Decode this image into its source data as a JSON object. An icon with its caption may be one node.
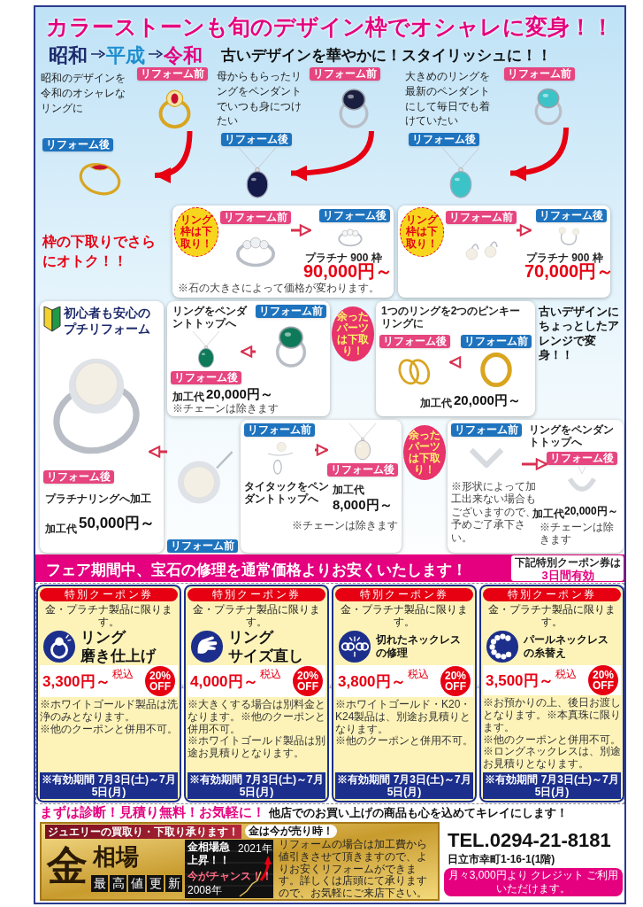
{
  "diagram": {
    "title": "カラーストーンも旬のデザイン枠でオシャレに変身！！",
    "nodes": [
      {
        "text": [
          "リフォーム前"
        ]
      },
      {
        "text": [
          "リフォーム後"
        ]
      },
      {
        "text": [
          "リフォーム前"
        ]
      },
      {
        "text": [
          "リフォーム後"
        ]
      },
      {
        "text": [
          "リフォーム前"
        ]
      },
      {
        "text": [
          "リフォーム後"
        ]
      },
      {
        "text": [
          "プラチナ 900 枠",
          "90,000円～",
          "※石の大きさによって価格が変わります。"
        ]
      },
      {
        "text": [
          "リング枠は下取り！"
        ],
        "in": 6
      },
      {
        "text": [
          "リフォーム前"
        ],
        "in": 6
      },
      {
        "text": [
          "リフォーム後"
        ],
        "in": 6
      },
      {
        "text": [
          "プラチナ 900 枠",
          "70,000円～"
        ]
      },
      {
        "text": [
          "リング枠は下取り！"
        ],
        "in": 10
      },
      {
        "text": [
          "リフォーム前"
        ],
        "in": 10
      },
      {
        "text": [
          "リフォーム後"
        ],
        "in": 10
      },
      {
        "text": [
          "初心者も安心のプチリフォーム",
          "プラチナリングへ加工",
          "加工代",
          "50,000円～"
        ]
      },
      {
        "text": [
          "リフォーム後"
        ],
        "in": 14
      },
      {
        "text": [
          "リフォーム前"
        ]
      },
      {
        "text": [
          "リングをペンダントトップへ",
          "加工代",
          "20,000円～",
          "※チェーンは除きます"
        ]
      },
      {
        "text": [
          "リフォーム前"
        ],
        "in": 17
      },
      {
        "text": [
          "リフォーム後"
        ],
        "in": 17
      },
      {
        "text": [
          "余ったパーツは下取り！"
        ]
      },
      {
        "text": [
          "1つのリングを2つのピンキーリングに",
          "加工代",
          "20,000円～"
        ]
      },
      {
        "text": [
          "リフォーム後"
        ],
        "in": 21
      },
      {
        "text": [
          "リフォーム前"
        ],
        "in": 21
      },
      {
        "text": [
          "タイタックをペンダントトップへ",
          "加工代",
          "8,000円～",
          "※チェーンは除きます"
        ]
      },
      {
        "text": [
          "リフォーム前"
        ],
        "in": 24
      },
      {
        "text": [
          "リフォーム後"
        ],
        "in": 24
      },
      {
        "text": [
          "余ったパーツは下取り！"
        ]
      },
      {
        "text": [
          "リングをペンダントトップへ",
          "※形状によって加工出来ない場合もございますので、予めご了承下さい。",
          "加工代",
          "20,000円～",
          "※チェーンは除きます"
        ]
      },
      {
        "text": [
          "リフォーム前"
        ],
        "in": 28
      },
      {
        "text": [
          "リフォーム後"
        ],
        "in": 28
      },
      {
        "text": [
          "特別クーポン券",
          "金・プラチナ製品に限ります。",
          "リング",
          "磨き仕上げ",
          "3,300円～",
          "税込",
          "20% OFF",
          "※ホワイトゴールド製品は洗浄のみとなります。",
          "※他のクーポンと併用不可。",
          "※有効期間 7月3日(土)～7月5日(月)"
        ]
      },
      {
        "text": [
          "特別クーポン券",
          "金・プラチナ製品に限ります。",
          "リング",
          "サイズ直し",
          "4,000円～",
          "税込",
          "20% OFF",
          "※大きくする場合は別料金となります。※他のクーポンと併用不可。",
          "※ホワイトゴールド製品は別途お見積りとなります。",
          "※有効期間 7月3日(土)～7月5日(月)"
        ]
      },
      {
        "text": [
          "特別クーポン券",
          "金・プラチナ製品に限ります。",
          "切れたネックレス",
          "の修理",
          "3,800円～",
          "税込",
          "20% OFF",
          "※ホワイトゴールド・K20・K24製品は、別途お見積りとなります。",
          "※他のクーポンと併用不可。",
          "※有効期間 7月3日(土)～7月5日(月)"
        ]
      },
      {
        "text": [
          "特別クーポン券",
          "金・プラチナ製品に限ります。",
          "パールネックレス",
          "の糸替え",
          "3,500円～",
          "税込",
          "20% OFF",
          "※お預かりの上、後日お渡しとなります。※本真珠に限ります。",
          "※他のクーポンと併用不可。",
          "※ロングネックレスは、別途お見積りとなります。",
          "※有効期間 7月3日(土)～7月5日(月)"
        ]
      },
      {
        "text": [
          "ジュエリーの買取り・下取り承ります！",
          "金は今が売り時！",
          "金",
          "相場",
          "最高値更新",
          "金相場急上昇！！",
          "2021年",
          "今がチャンス！！",
          "2008年",
          "リフォームの場合は加工費から値引きさせて頂きますので、よりお安くリフォームができます。詳しくは店頭にて承りますので、お気軽にご来店下さい。"
        ]
      }
    ],
    "edges": [
      {
        "from": 0,
        "to": 1,
        "arrow": "to",
        "style": "thick"
      },
      {
        "from": 2,
        "to": 3,
        "arrow": "to",
        "style": "thick"
      },
      {
        "from": 4,
        "to": 5,
        "arrow": "to",
        "style": "thick"
      },
      {
        "from": 8,
        "to": 9,
        "arrow": "to"
      },
      {
        "from": 12,
        "to": 13,
        "arrow": "to"
      },
      {
        "from": 16,
        "to": 15,
        "arrow": "to"
      },
      {
        "from": 18,
        "to": 19,
        "arrow": "to"
      },
      {
        "from": 23,
        "to": 22,
        "arrow": "to"
      },
      {
        "from": 25,
        "to": 26,
        "arrow": "to"
      },
      {
        "from": 29,
        "to": 30,
        "arrow": "to"
      }
    ],
    "labels": [
      "昭和",
      "平成",
      "令和",
      "古いデザインを華やかに！スタイリッシュに！！",
      "昭和のデザインを令和のオシャレなリングに",
      "母からもらったリングをペンダントでいつも身につけたい",
      "大きめのリングを最新のペンダントにして毎日でも着けていたい",
      "枠の下取りでさらにオトク！！",
      "古いデザインにちょっとしたアレンジで変身！！",
      "フェア期間中、宝石の修理を通常価格よりお安くいたします！",
      "下記特別クーポン券は",
      "3日間有効",
      "まずは診断！見積り無料！お気軽に！",
      "他店でのお買い上げの商品も心を込めてキレイにします！",
      "TEL.0294-21-8181",
      "日立市幸町1-16-1(1階)",
      "月々3,000円より クレジット ご利用いただけます。"
    ]
  }
}
